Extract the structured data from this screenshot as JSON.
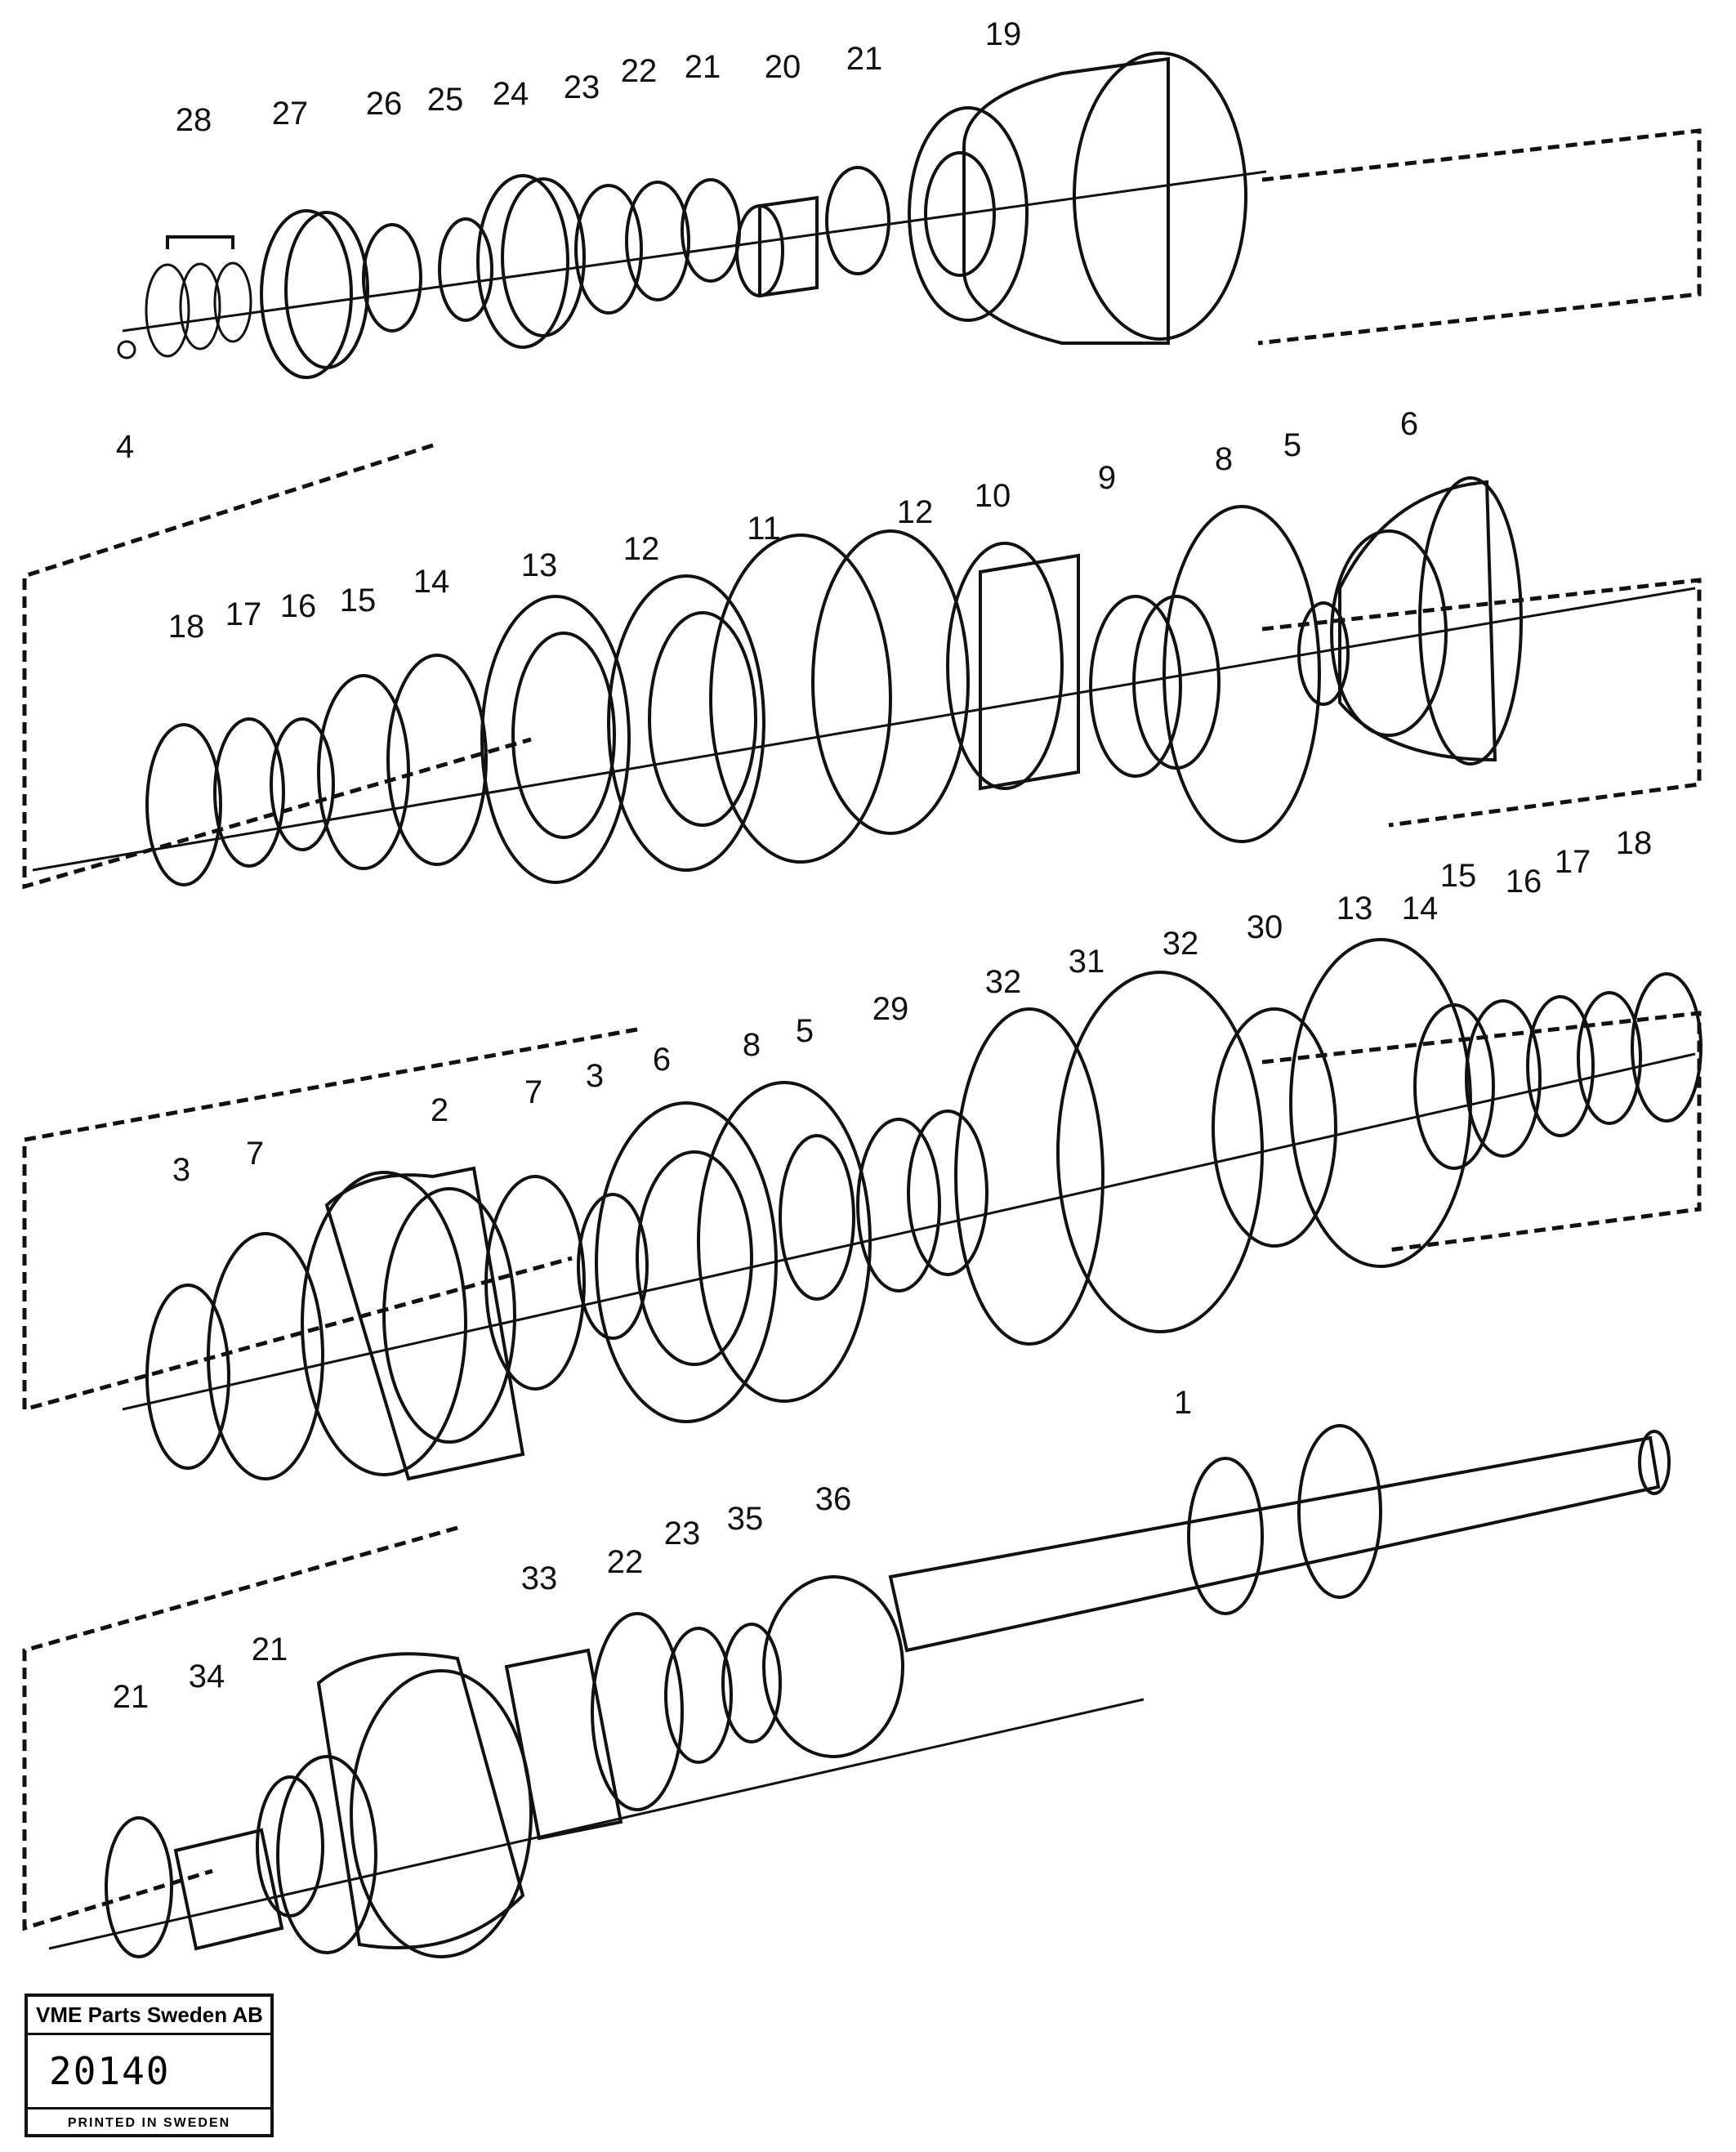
{
  "labels": {
    "p28": "28",
    "p27": "27",
    "p26": "26",
    "p25": "25",
    "p24": "24",
    "p23a": "23",
    "p22a": "22",
    "p21a": "21",
    "p20": "20",
    "p21b": "21",
    "p19": "19",
    "p4": "4",
    "p18a": "18",
    "p17a": "17",
    "p16a": "16",
    "p15a": "15",
    "p14a": "14",
    "p13a": "13",
    "p12a": "12",
    "p11": "11",
    "p12b": "12",
    "p10": "10",
    "p9": "9",
    "p8a": "8",
    "p5a": "5",
    "p6a": "6",
    "p3a": "3",
    "p7a": "7",
    "p2": "2",
    "p7b": "7",
    "p3b": "3",
    "p6b": "6",
    "p8b": "8",
    "p5b": "5",
    "p29": "29",
    "p32a": "32",
    "p31": "31",
    "p32b": "32",
    "p30": "30",
    "p13b": "13",
    "p14b": "14",
    "p15b": "15",
    "p16b": "16",
    "p17b": "17",
    "p18b": "18",
    "p1": "1",
    "p36": "36",
    "p35": "35",
    "p23b": "23",
    "p22b": "22",
    "p33": "33",
    "p21c": "21",
    "p34": "34",
    "p21d": "21"
  },
  "stamp": {
    "company": "VME Parts Sweden AB",
    "number": "20140",
    "printed": "PRINTED IN SWEDEN"
  }
}
